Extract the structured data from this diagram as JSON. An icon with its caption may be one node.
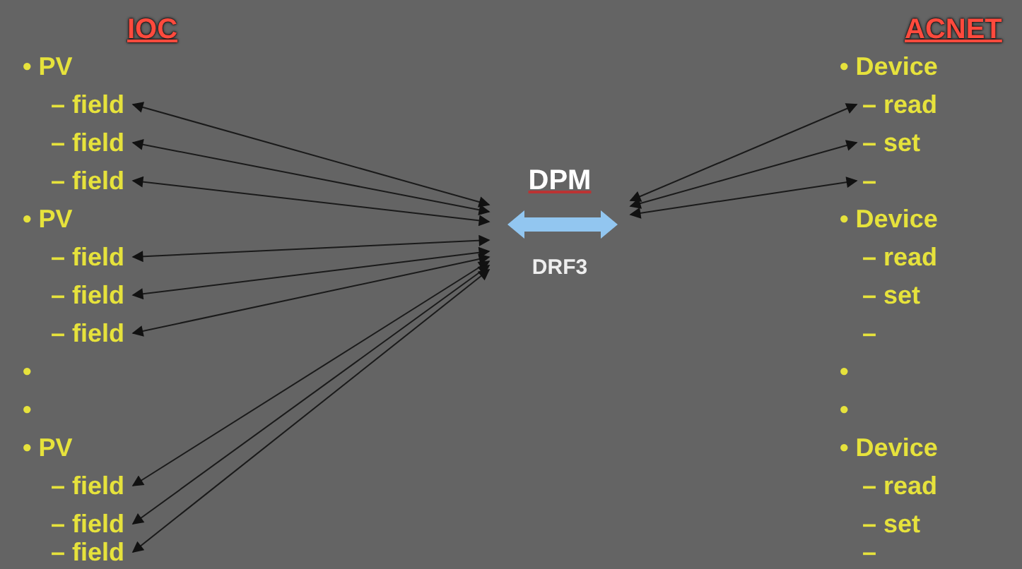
{
  "diagram": {
    "nodes": [
      {
        "text": [
          "– field"
        ]
      },
      {
        "text": [
          "– field"
        ]
      },
      {
        "text": [
          "– field"
        ]
      },
      {
        "text": [
          "– field"
        ]
      },
      {
        "text": [
          "– field"
        ]
      },
      {
        "text": [
          "– field"
        ]
      },
      {
        "text": [
          "– field"
        ]
      },
      {
        "text": [
          "– field"
        ]
      },
      {
        "text": [
          "– field"
        ]
      },
      {
        "text": [
          "DPM",
          "DRF3"
        ]
      },
      {
        "text": [
          "– read"
        ]
      },
      {
        "text": [
          "– set"
        ]
      },
      {
        "text": [
          "–"
        ]
      }
    ],
    "edges": [
      {
        "from": 0,
        "to": 9,
        "arrow": "both"
      },
      {
        "from": 1,
        "to": 9,
        "arrow": "both"
      },
      {
        "from": 2,
        "to": 9,
        "arrow": "both"
      },
      {
        "from": 3,
        "to": 9,
        "arrow": "both"
      },
      {
        "from": 4,
        "to": 9,
        "arrow": "both"
      },
      {
        "from": 5,
        "to": 9,
        "arrow": "both"
      },
      {
        "from": 6,
        "to": 9,
        "arrow": "both"
      },
      {
        "from": 7,
        "to": 9,
        "arrow": "both"
      },
      {
        "from": 8,
        "to": 9,
        "arrow": "both"
      },
      {
        "from": 9,
        "to": 10,
        "arrow": "both"
      },
      {
        "from": 9,
        "to": 11,
        "arrow": "both"
      },
      {
        "from": 9,
        "to": 12,
        "arrow": "both"
      }
    ],
    "labels": [
      "IOC",
      "ACNET",
      "• PV",
      "• PV",
      "•",
      "•",
      "• PV",
      "• Device",
      "• Device",
      "– read",
      "– set",
      "–",
      "•",
      "•",
      "• Device",
      "– read",
      "– set",
      "–"
    ]
  }
}
